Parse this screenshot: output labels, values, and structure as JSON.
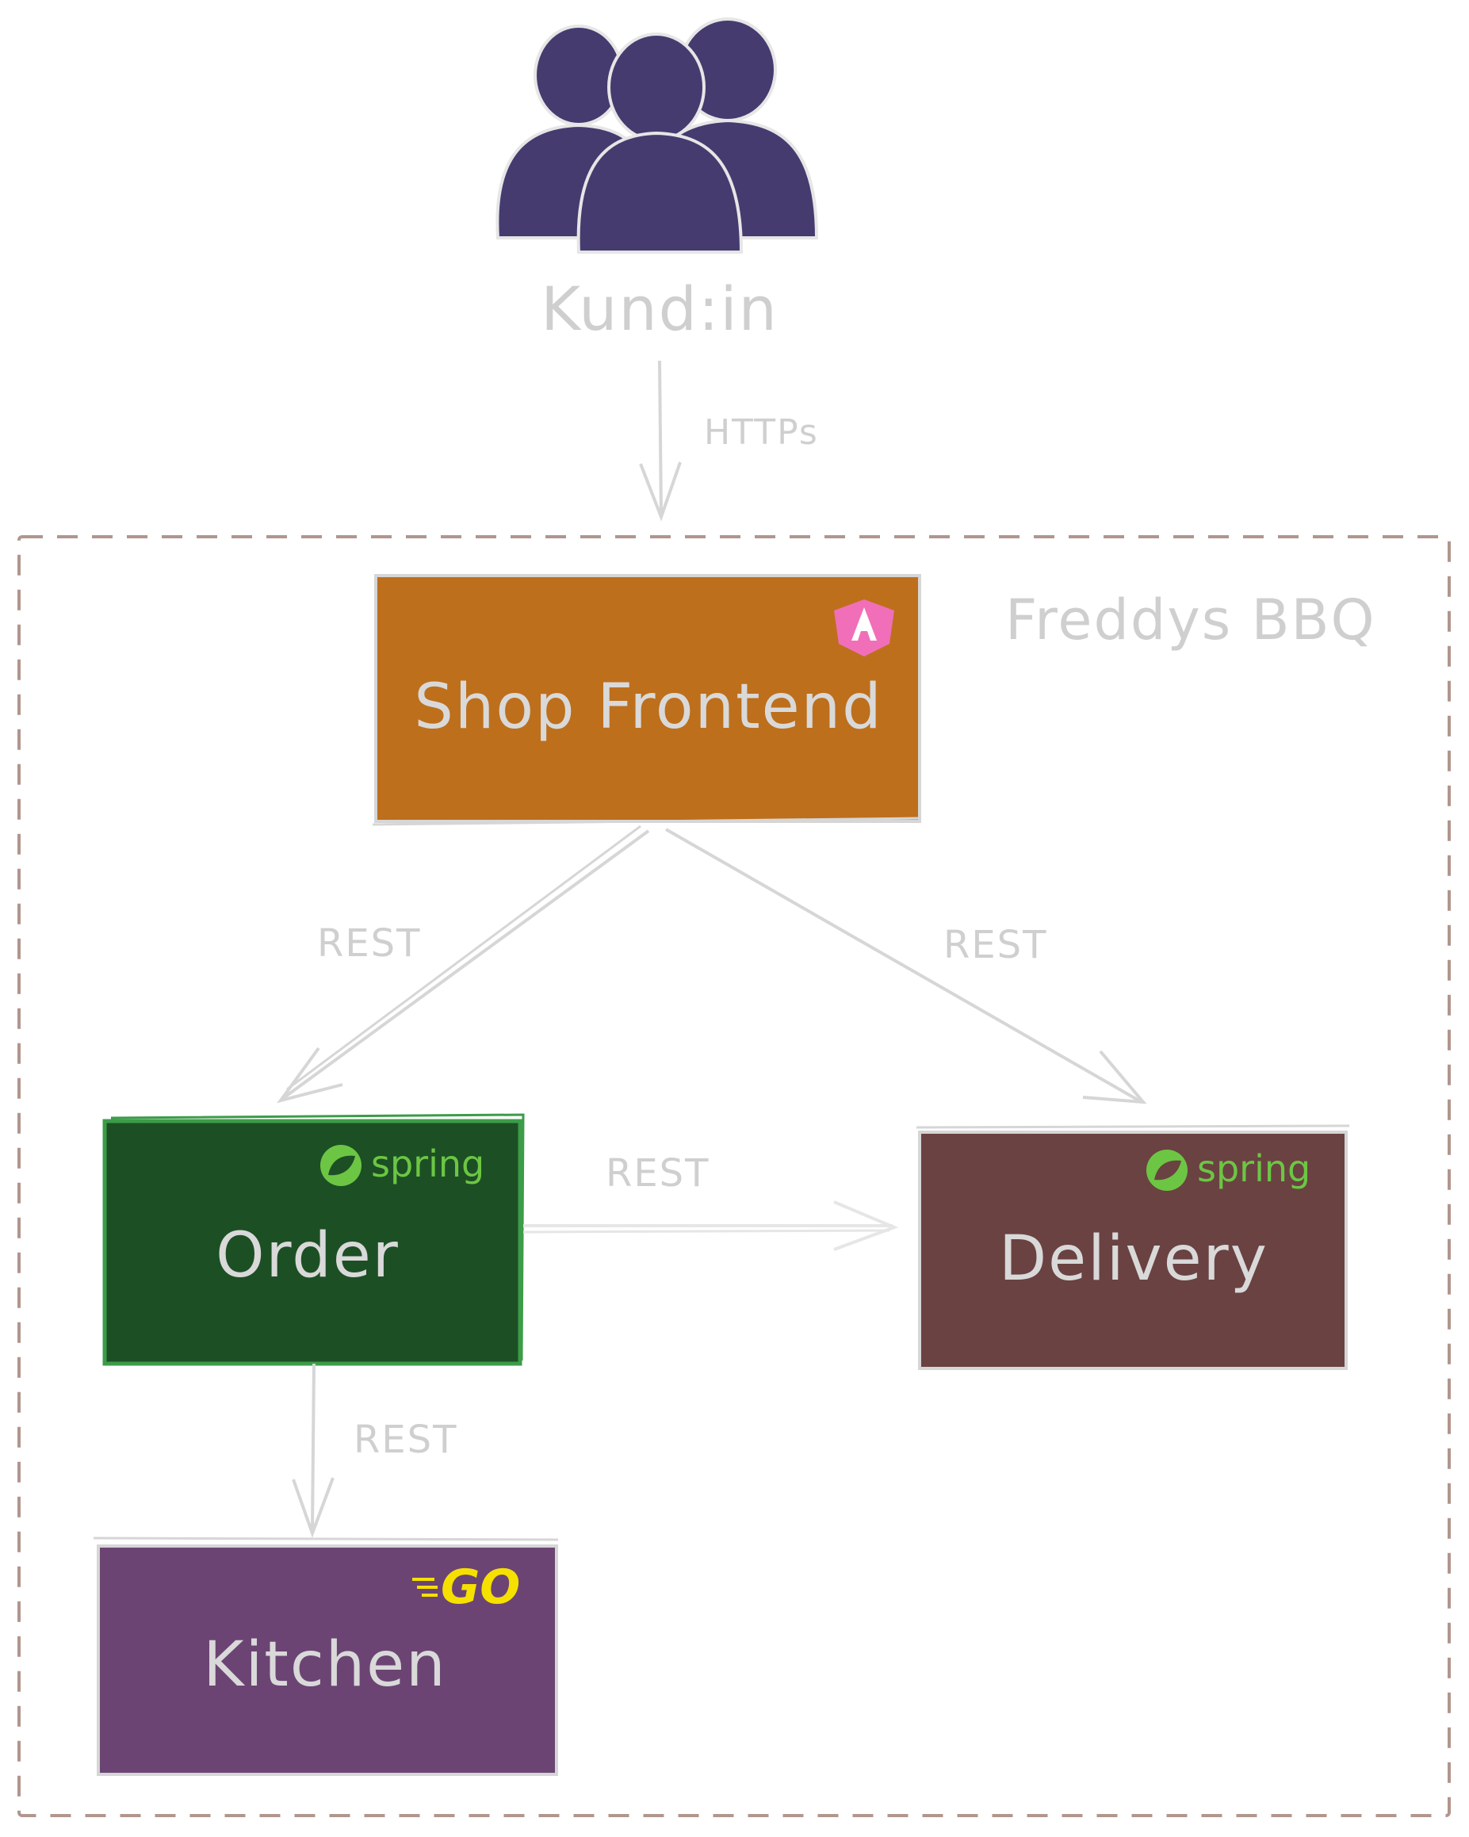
{
  "actor": {
    "label": "Kund:in",
    "icon": "users-icon",
    "color": "#463b6f"
  },
  "boundary": {
    "label": "Freddys BBQ"
  },
  "nodes": {
    "shop_frontend": {
      "label": "Shop Frontend",
      "tech_icon": "angular-icon",
      "color": "#bd6f1c"
    },
    "order": {
      "label": "Order",
      "tech_icon": "spring-icon",
      "tech_label": "spring",
      "color": "#1d4f25",
      "border": "#3c9c48"
    },
    "delivery": {
      "label": "Delivery",
      "tech_icon": "spring-icon",
      "tech_label": "spring",
      "color": "#6a4241"
    },
    "kitchen": {
      "label": "Kitchen",
      "tech_icon": "go-icon",
      "tech_label": "GO",
      "color": "#6b4474"
    }
  },
  "edges": {
    "actor_to_shop": {
      "label": "HTTPs"
    },
    "shop_to_order": {
      "label": "REST"
    },
    "shop_to_delivery": {
      "label": "REST"
    },
    "order_to_delivery": {
      "label": "REST"
    },
    "order_to_kitchen": {
      "label": "REST"
    }
  }
}
